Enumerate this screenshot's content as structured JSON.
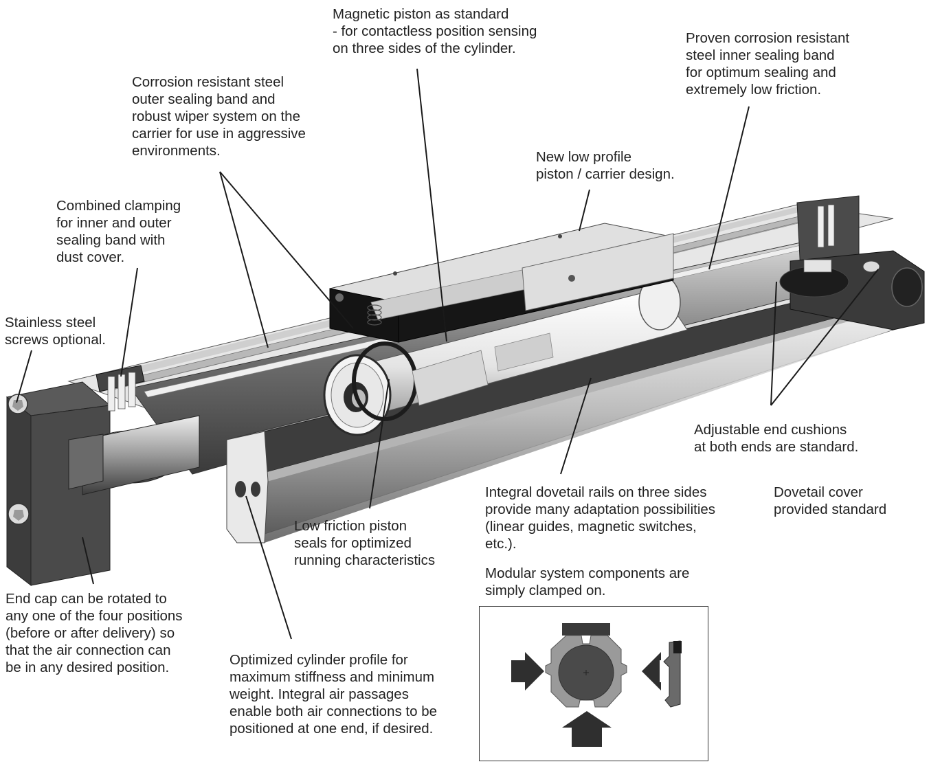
{
  "callouts": {
    "magnetic_piston": "Magnetic piston as standard\n- for contactless position sensing\non three sides of the cylinder.",
    "inner_band": "Proven corrosion resistant\nsteel inner sealing band\nfor optimum sealing and\nextremely low friction.",
    "outer_band": "Corrosion resistant steel\nouter sealing band and\nrobust wiper system on the\ncarrier for use in aggressive\nenvironments.",
    "low_profile": "New low profile\npiston / carrier design.",
    "clamping": "Combined clamping\nfor inner and outer\nsealing band with\ndust cover.",
    "screws": "Stainless steel\nscrews optional.",
    "end_cushions": "Adjustable end cushions\nat both ends are standard.",
    "dovetail_rails": "Integral dovetail rails on three sides\nprovide many adaptation possibilities\n(linear guides, magnetic switches,\netc.).",
    "dovetail_cover": "Dovetail cover\nprovided standard",
    "piston_seals": "Low friction piston\nseals for optimized\nrunning characteristics",
    "modular": "Modular system components are\nsimply clamped on.",
    "end_cap": "End cap can be rotated to\nany one of the four positions\n(before or after delivery) so\nthat the air connection can\nbe in any desired position.",
    "profile": "Optimized cylinder profile for\nmaximum stiffness and minimum\nweight. Integral air passages\nenable both air connections to be\npositioned at one end, if desired."
  },
  "colors": {
    "text": "#222222",
    "leader": "#1a1a1a",
    "dark": "#2b2b2b",
    "mid": "#8a8a8a",
    "light": "#dcdcdc"
  }
}
